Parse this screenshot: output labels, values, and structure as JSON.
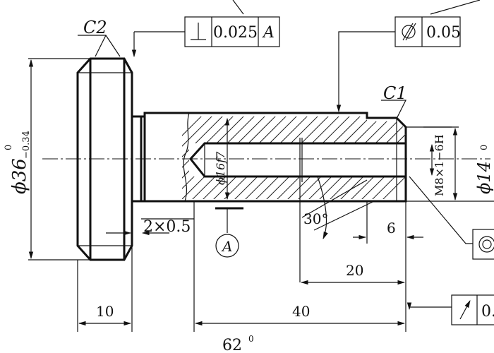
{
  "labels": {
    "chamfer_left": "C2",
    "chamfer_right": "C1",
    "diameter_large": "ϕ36",
    "diameter_large_upper_tol": "0",
    "diameter_large_lower_tol": "−0.34",
    "diameter_bore": "ϕ16f7",
    "diameter_right": "ϕ14",
    "diameter_right_tol": "0",
    "thread": "M8×1−6H",
    "groove": "2×0.5",
    "angle": "30°",
    "datum": "A"
  },
  "dimensions": {
    "flange_width": "10",
    "bore_length": "40",
    "thread_len": "20",
    "chamfer_len": "6",
    "overall_length": "62",
    "overall_length_tol": "0"
  },
  "tolerance_frames": {
    "perpendicularity": {
      "symbol": "⊥",
      "value": "0.025",
      "datum": "A"
    },
    "cylindricity": {
      "symbol": "⌭",
      "value": "0.05"
    },
    "concentricity": {
      "symbol": "◎"
    },
    "runout": {
      "symbol": "↗",
      "value": "0."
    }
  }
}
